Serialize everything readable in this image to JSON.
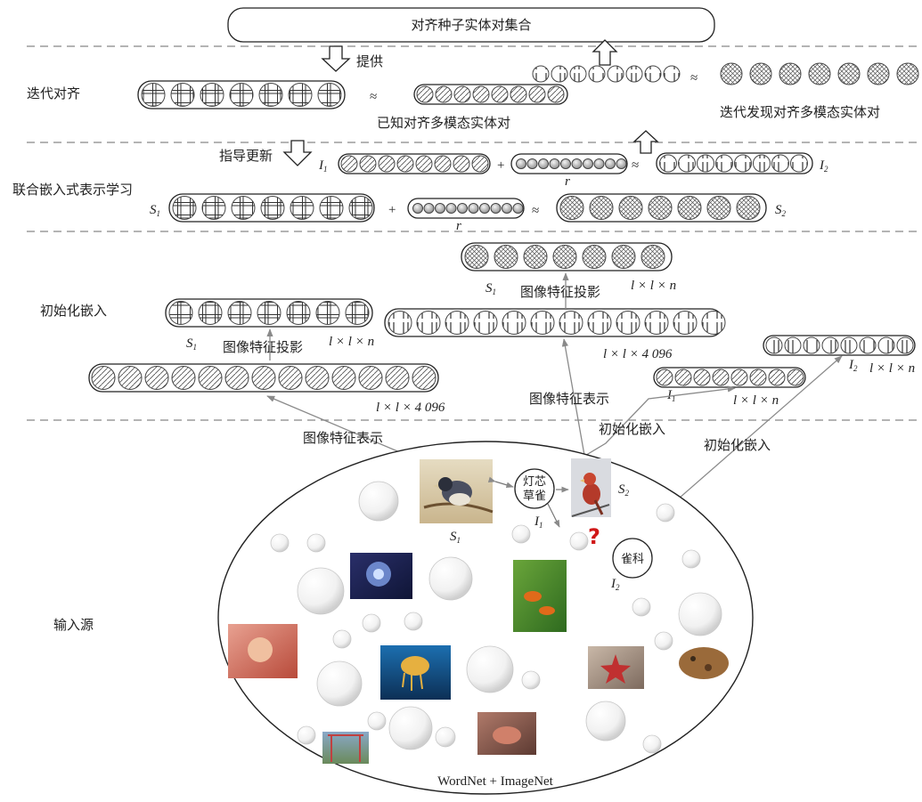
{
  "top_box": "对齐种子实体对集合",
  "stages": {
    "iterative": "迭代对齐",
    "joint": "联合嵌入式表示学习",
    "init": "初始化嵌入",
    "input": "输入源"
  },
  "arrows": {
    "provide": "提供",
    "guide_update": "指导更新",
    "img_feature_rep": "图像特征表示",
    "init_embed": "初始化嵌入",
    "img_feature_proj": "图像特征投影"
  },
  "iterative": {
    "known_pairs": "已知对齐多模态实体对",
    "discovered_pairs": "迭代发现对齐多模态实体对",
    "approx": "≈"
  },
  "joint": {
    "I1": "I",
    "I1_sub": "1",
    "I2": "I",
    "I2_sub": "2",
    "S1": "S",
    "S1_sub": "1",
    "S2": "S",
    "S2_sub": "2",
    "r": "r",
    "plus": "+",
    "approx": "≈"
  },
  "init": {
    "dim_lln": "l × l × n",
    "dim_4096": "l × l × 4 096",
    "S1": "S",
    "S1_sub": "1",
    "I1": "I",
    "I1_sub": "1",
    "I2": "I",
    "I2_sub": "2"
  },
  "input": {
    "node_I1_text": [
      "灯芯",
      "草雀"
    ],
    "node_I2_text": "雀科",
    "I1": "I",
    "I1_sub": "1",
    "I2": "I",
    "I2_sub": "2",
    "S1": "S",
    "S1_sub": "1",
    "S2": "S",
    "S2_sub": "2",
    "question": "?",
    "source": "WordNet + ImageNet"
  }
}
